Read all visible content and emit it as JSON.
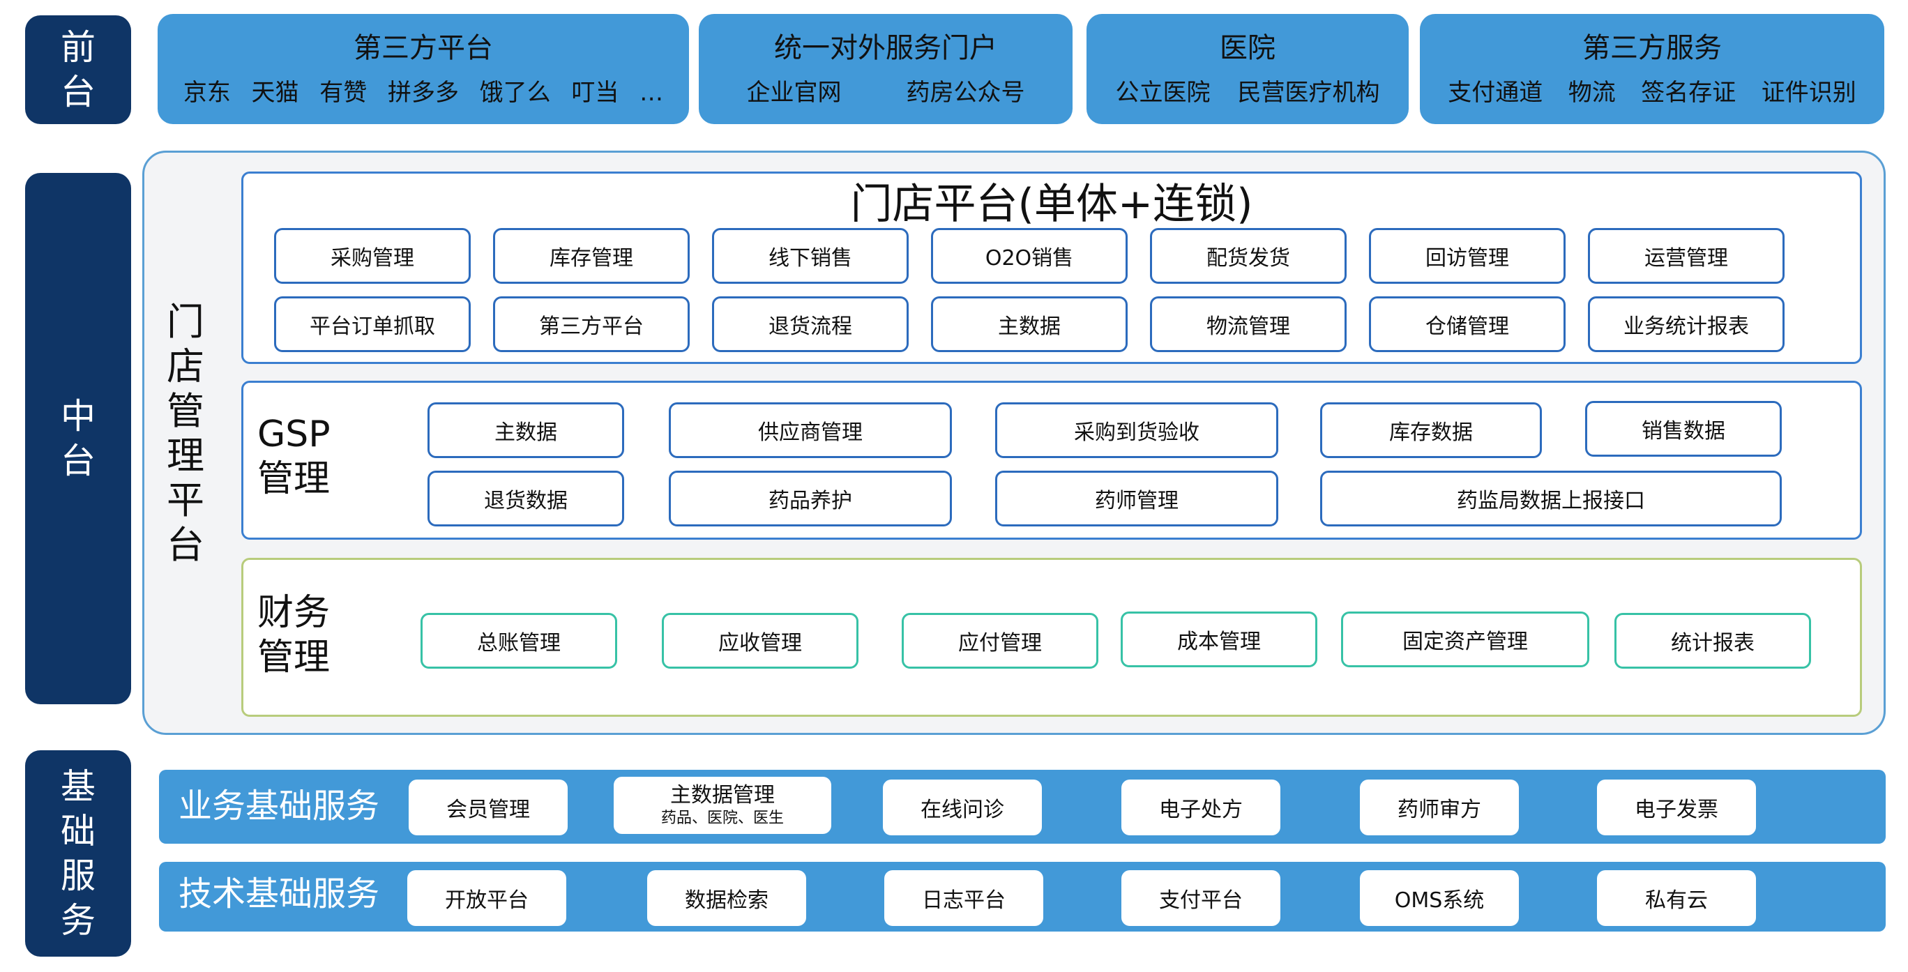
{
  "sides": {
    "front": [
      "前",
      "台"
    ],
    "middle": [
      "中",
      "台"
    ],
    "base": [
      "基",
      "础",
      "服",
      "务"
    ]
  },
  "front": [
    {
      "title": "第三方平台",
      "items": [
        "京东",
        "天猫",
        "有赞",
        "拼多多",
        "饿了么",
        "叮当",
        "…"
      ]
    },
    {
      "title": "统一对外服务门户",
      "items": [
        "企业官网",
        "药房公众号"
      ]
    },
    {
      "title": "医院",
      "items": [
        "公立医院",
        "民营医疗机构"
      ]
    },
    {
      "title": "第三方服务",
      "items": [
        "支付通道",
        "物流",
        "签名存证",
        "证件识别"
      ]
    }
  ],
  "middle": {
    "title_chars": [
      "门",
      "店",
      "管",
      "理",
      "平",
      "台"
    ],
    "store": {
      "title": "门店平台(单体+连锁)",
      "row1": [
        "采购管理",
        "库存管理",
        "线下销售",
        "O2O销售",
        "配货发货",
        "回访管理",
        "运营管理"
      ],
      "row2": [
        "平台订单抓取",
        "第三方平台",
        "退货流程",
        "主数据",
        "物流管理",
        "仓储管理",
        "业务统计报表"
      ]
    },
    "gsp": {
      "label": [
        "GSP",
        "管理"
      ],
      "row1": [
        "主数据",
        "供应商管理",
        "采购到货验收",
        "库存数据",
        "销售数据"
      ],
      "row2": [
        "退货数据",
        "药品养护",
        "药师管理",
        "药监局数据上报接口"
      ]
    },
    "finance": {
      "label": [
        "财务",
        "管理"
      ],
      "items": [
        "总账管理",
        "应收管理",
        "应付管理",
        "成本管理",
        "固定资产管理",
        "统计报表"
      ]
    }
  },
  "base": {
    "business": {
      "label": "业务基础服务",
      "items": [
        {
          "label": "会员管理",
          "sub": ""
        },
        {
          "label": "主数据管理",
          "sub": "药品、医院、医生"
        },
        {
          "label": "在线问诊",
          "sub": ""
        },
        {
          "label": "电子处方",
          "sub": ""
        },
        {
          "label": "药师审方",
          "sub": ""
        },
        {
          "label": "电子发票",
          "sub": ""
        }
      ]
    },
    "tech": {
      "label": "技术基础服务",
      "items": [
        {
          "label": "开放平台"
        },
        {
          "label": "数据检索"
        },
        {
          "label": "日志平台"
        },
        {
          "label": "支付平台"
        },
        {
          "label": "OMS系统"
        },
        {
          "label": "私有云"
        }
      ]
    }
  },
  "colors": {
    "navy": "#0f3566",
    "blue": "#4299d8",
    "box_border": "#2c6bbd",
    "finance_border": "#37c2a6"
  }
}
